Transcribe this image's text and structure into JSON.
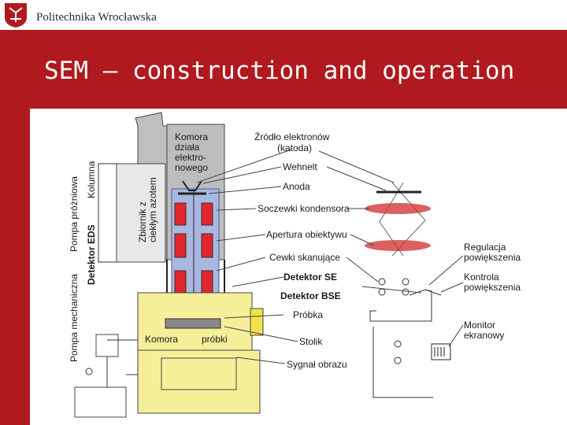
{
  "header": {
    "university": "Politechnika Wrocławska",
    "title": "SEM – construction and operation"
  },
  "colors": {
    "brand_red": "#b0191e",
    "column_gray": "#bfbfbf",
    "chamber_yellow": "#f6ef9a",
    "coil_red": "#e2262c",
    "lens_red": "#d23a3a"
  },
  "diagram": {
    "labels": {
      "chamber_gun": [
        "Komora",
        "działa",
        "elektro-",
        "nowego"
      ],
      "electron_source": [
        "Źródło elektronów",
        "(katoda)"
      ],
      "wehnelt": "Wehnelt",
      "anode": "Anoda",
      "condenser_lenses": "Soczewki kondensora",
      "objective_aperture": "Apertura obiektywu",
      "scan_coils": "Cewki skanujące",
      "se_detector": "Detektor SE",
      "bse_detector": "Detektor BSE",
      "sample": "Próbka",
      "stage": "Stolik",
      "image_signal": "Sygnał obrazu",
      "sample_chamber": [
        "Komora",
        "próbki"
      ],
      "magnification_regulation": [
        "Regulacja",
        "powiększenia"
      ],
      "magnification_control": [
        "Kontrola",
        "powiększenia"
      ],
      "screen_monitor": [
        "Monitor",
        "ekranowy"
      ],
      "column": "Kolumna",
      "nitrogen_tank": [
        "Zbiornik z",
        "ciekłym azotem"
      ],
      "vacuum_pump": "Pompa próżniowa",
      "eds_detector": "Detektor EDS",
      "mechanical_pump": "Pompa mechaniczna"
    }
  }
}
